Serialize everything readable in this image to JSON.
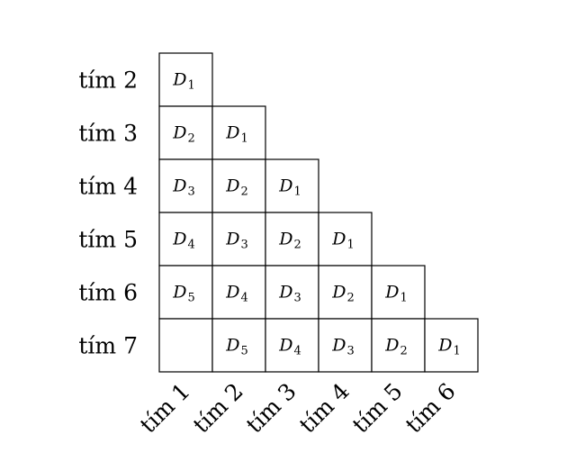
{
  "diagram": {
    "row_labels": [
      "tím 2",
      "tím 3",
      "tím 4",
      "tím 5",
      "tím 6",
      "tím 7"
    ],
    "col_labels": [
      "tím 1",
      "tím 2",
      "tím 3",
      "tím 4",
      "tím 5",
      "tím 6"
    ],
    "rows": [
      [
        {
          "letter": "D",
          "sub": "1"
        }
      ],
      [
        {
          "letter": "D",
          "sub": "2"
        },
        {
          "letter": "D",
          "sub": "1"
        }
      ],
      [
        {
          "letter": "D",
          "sub": "3"
        },
        {
          "letter": "D",
          "sub": "2"
        },
        {
          "letter": "D",
          "sub": "1"
        }
      ],
      [
        {
          "letter": "D",
          "sub": "4"
        },
        {
          "letter": "D",
          "sub": "3"
        },
        {
          "letter": "D",
          "sub": "2"
        },
        {
          "letter": "D",
          "sub": "1"
        }
      ],
      [
        {
          "letter": "D",
          "sub": "5"
        },
        {
          "letter": "D",
          "sub": "4"
        },
        {
          "letter": "D",
          "sub": "3"
        },
        {
          "letter": "D",
          "sub": "2"
        },
        {
          "letter": "D",
          "sub": "1"
        }
      ],
      [
        null,
        {
          "letter": "D",
          "sub": "5"
        },
        {
          "letter": "D",
          "sub": "4"
        },
        {
          "letter": "D",
          "sub": "3"
        },
        {
          "letter": "D",
          "sub": "2"
        },
        {
          "letter": "D",
          "sub": "1"
        }
      ]
    ]
  }
}
